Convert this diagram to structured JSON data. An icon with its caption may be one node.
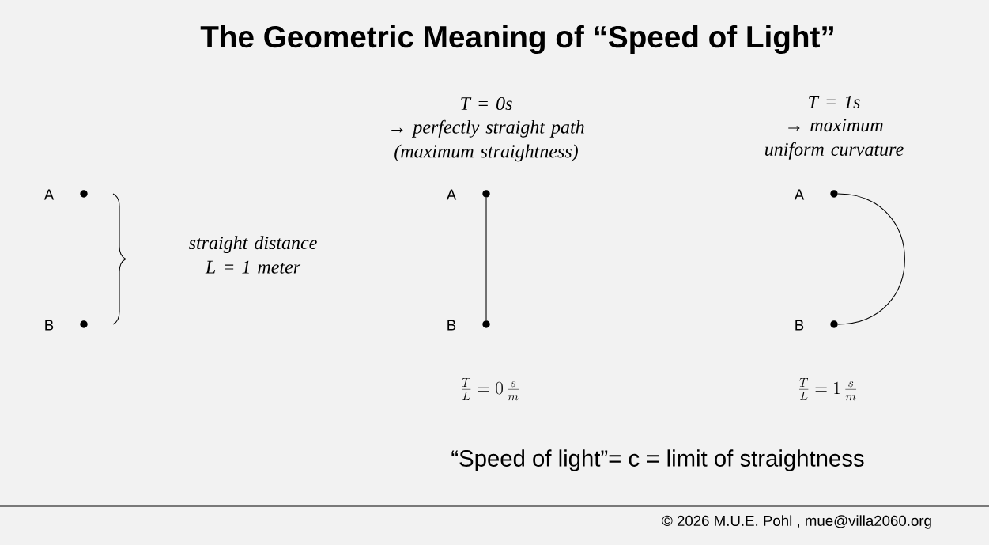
{
  "diagram": {
    "title": "The Geometric Meaning of “Speed of Light”",
    "nodes": [
      {
        "text": [],
        "shape": "circle",
        "beside": [
          "A"
        ]
      },
      {
        "text": [],
        "shape": "circle",
        "beside": [
          "B"
        ]
      },
      {
        "text": [],
        "shape": "circle",
        "beside": [
          "A"
        ]
      },
      {
        "text": [],
        "shape": "circle",
        "beside": [
          "B"
        ]
      },
      {
        "text": [],
        "shape": "circle",
        "beside": [
          "A"
        ]
      },
      {
        "text": [],
        "shape": "circle",
        "beside": [
          "B"
        ]
      }
    ],
    "edges": [
      {
        "from": 2,
        "to": 3,
        "arrow": "none"
      },
      {
        "from": 4,
        "to": 5,
        "arrow": "none"
      }
    ],
    "labels": [
      "T = 0s",
      "→ perfectly straight path (maximum straightness)",
      "T = 1s",
      "→ maximum uniform curvature",
      "straight distance L = 1 meter",
      "\\frac{T}{L}=0\\,\\frac{s}{m}",
      "\\frac{T}{L}=1\\,\\frac{s}{m}",
      "“Speed of light”= c = limit of straightness",
      "© 2026 M.U.E. Pohl , mue@villa2060.org"
    ]
  }
}
